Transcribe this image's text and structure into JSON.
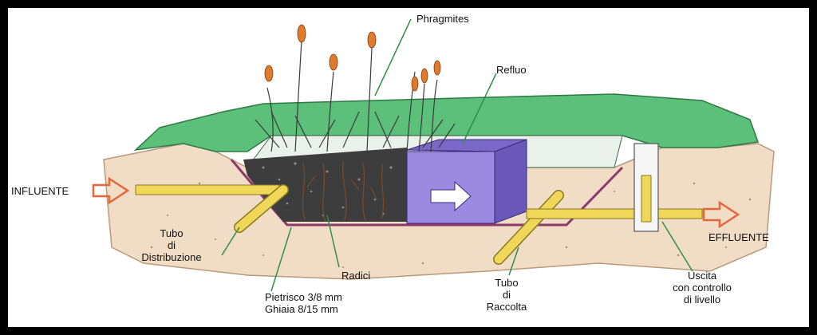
{
  "labels": {
    "phragmites": "Phragmites",
    "refluo": "Refluo",
    "influente": "INFLUENTE",
    "effluente": "EFFLUENTE",
    "tubo_distribuzione": [
      "Tubo",
      "di",
      "Distribuzione"
    ],
    "radici": "Radici",
    "pietrisco": "Pietrisco 3/8 mm",
    "ghiaia": "Ghiaia 8/15 mm",
    "tubo_raccolta": [
      "Tubo",
      "di",
      "Raccolta"
    ],
    "uscita": [
      "Uscita",
      "con controllo",
      "di livello"
    ]
  },
  "colors": {
    "frame": "#000000",
    "background": "#ffffff",
    "grass": "#5cbf7a",
    "soil": "#f1dcc6",
    "gravel": "#3d3d3d",
    "liner": "#8b3a6b",
    "refluo_box": "#9b8ae0",
    "pipe": "#f0d75a",
    "arrow": "#e8663c",
    "reed_head": "#e07a2d",
    "leader": "#2e8f4a"
  }
}
